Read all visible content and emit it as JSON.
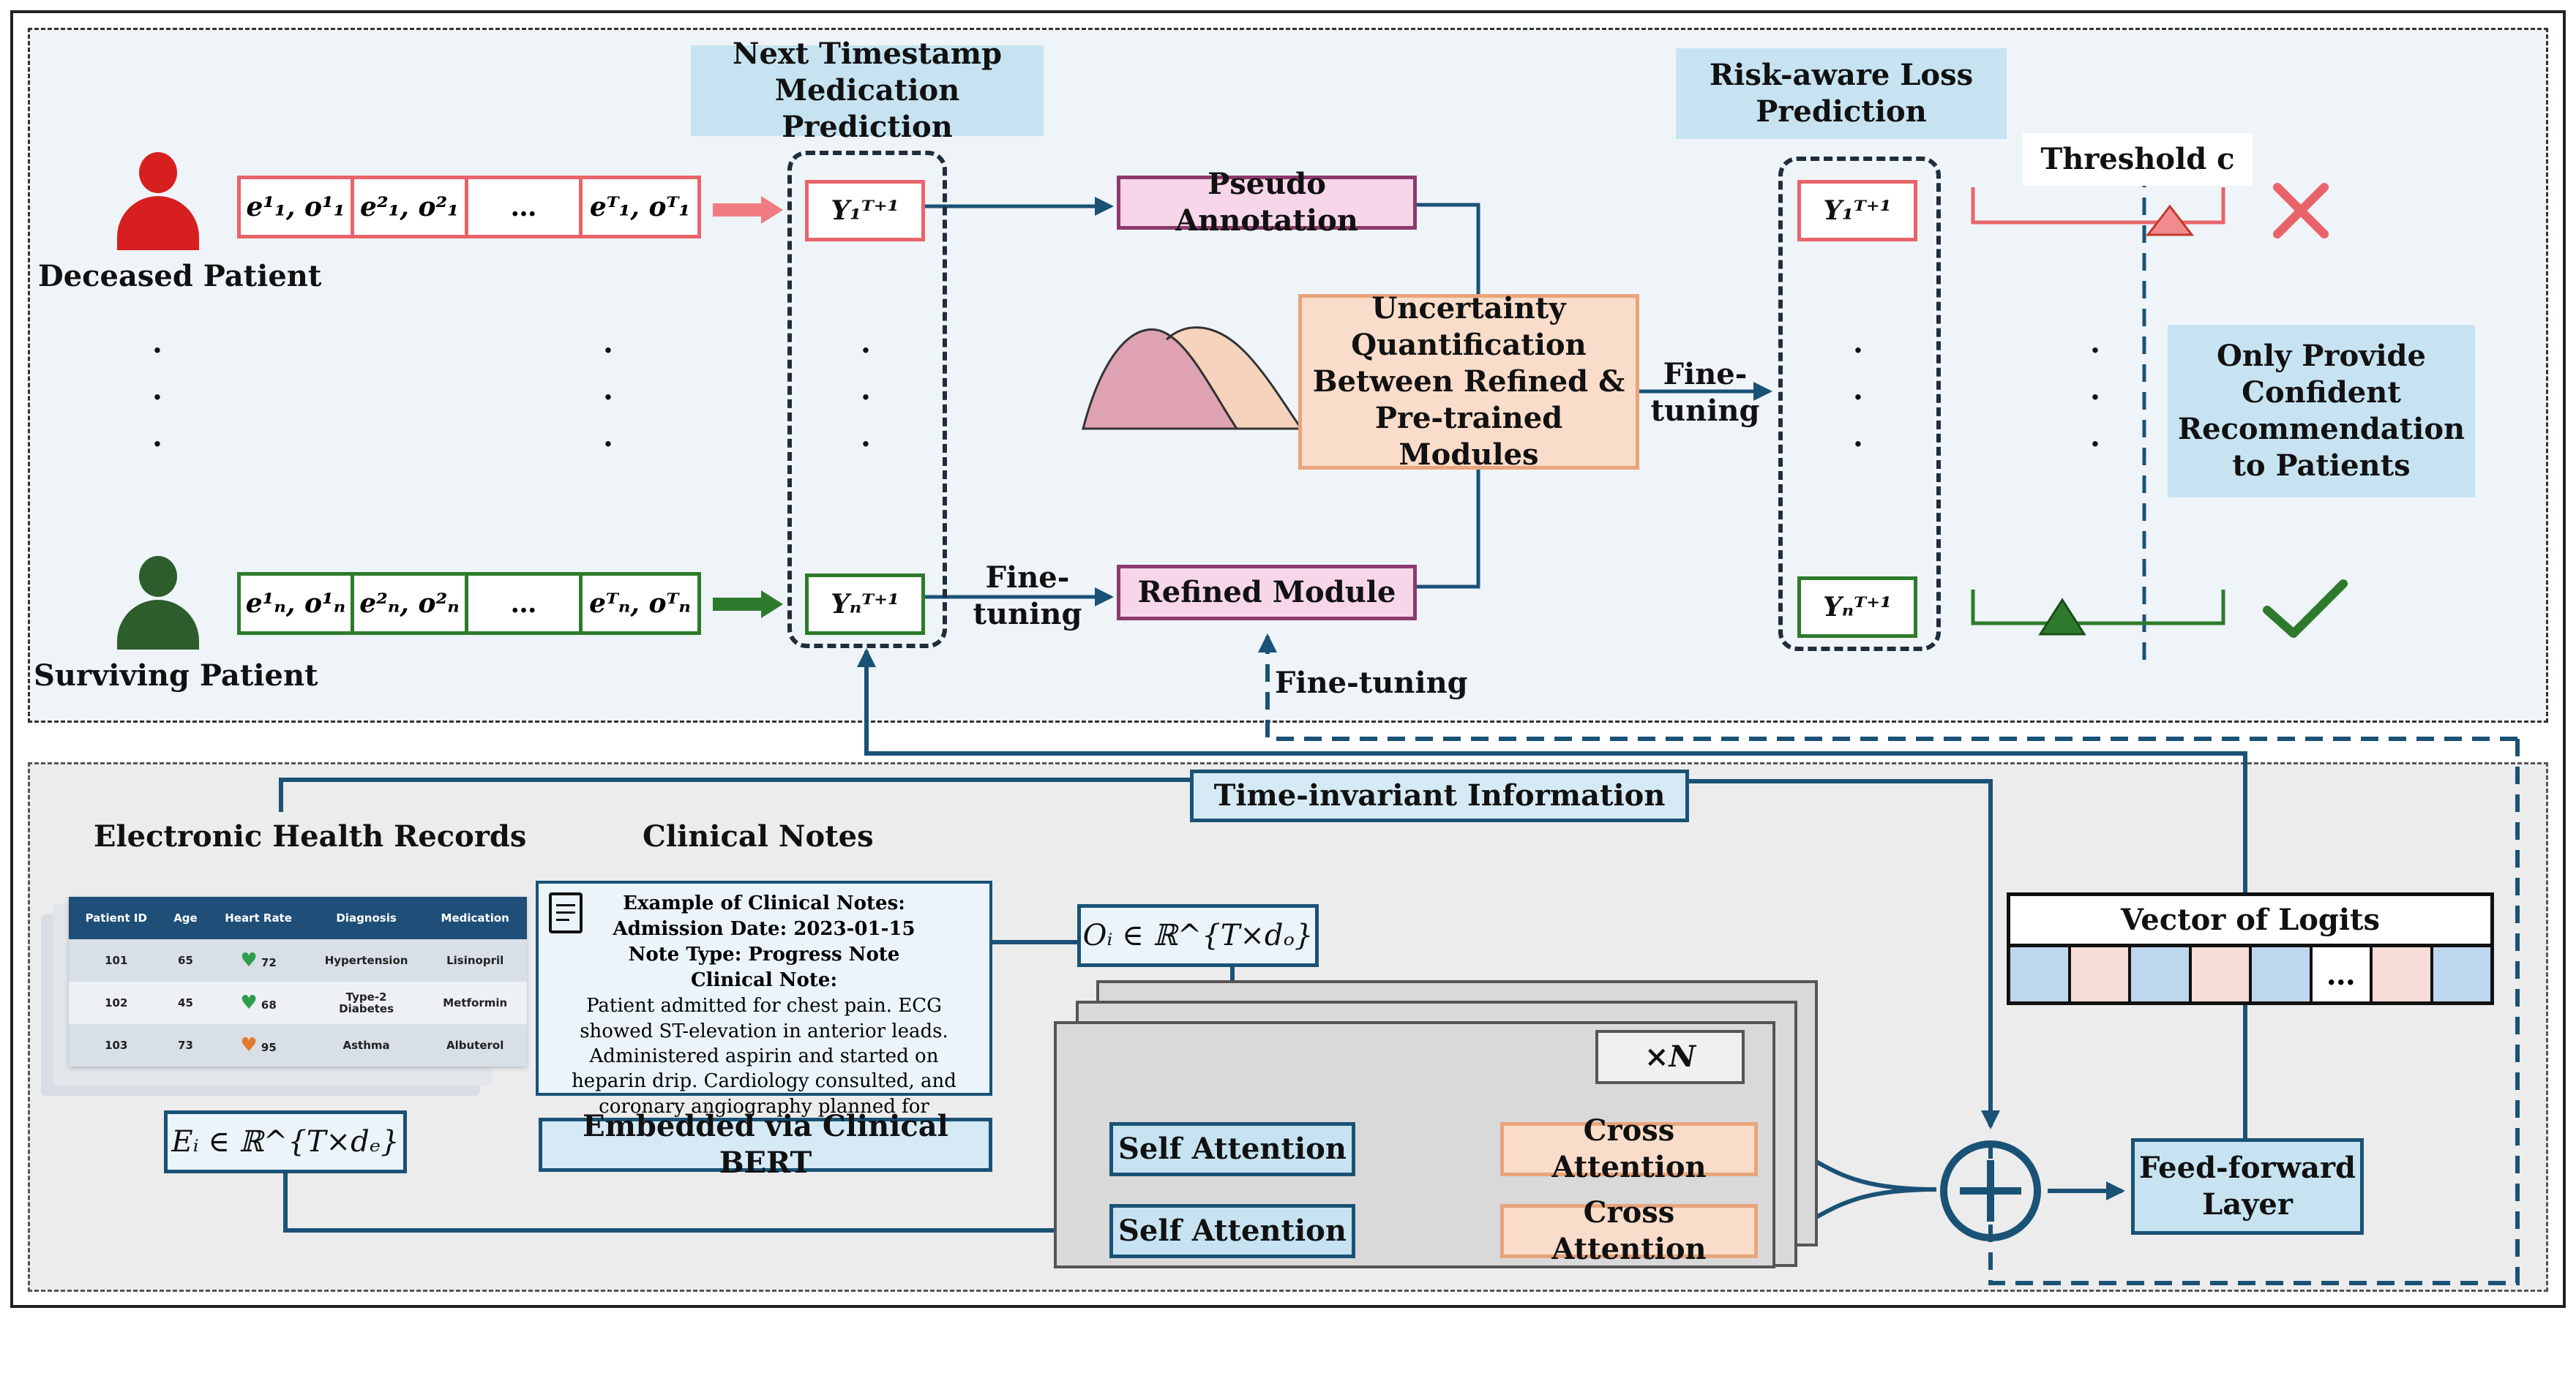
{
  "header": {
    "next_timestamp": "Next Timestamp\nMedication Prediction",
    "risk_aware": "Risk-aware Loss\nPrediction",
    "threshold": "Threshold c"
  },
  "patients": {
    "deceased_label": "Deceased Patient",
    "surviving_label": "Surviving Patient",
    "deceased_seq": [
      "e¹₁, o¹₁",
      "e²₁, o²₁",
      "…",
      "eᵀ₁, oᵀ₁"
    ],
    "surviving_seq": [
      "e¹ₙ, o¹ₙ",
      "e²ₙ, o²ₙ",
      "…",
      "eᵀₙ, oᵀₙ"
    ]
  },
  "predictions": {
    "y1": "Y₁ᵀ⁺¹",
    "yn": "Yₙᵀ⁺¹"
  },
  "modules": {
    "pseudo_annotation": "Pseudo Annotation",
    "refined_module": "Refined Module",
    "uncertainty": "Uncertainty\nQuantification\nBetween Refined &\nPre-trained Modules",
    "fine_tuning_1": "Fine-\ntuning",
    "fine_tuning_2": "Fine-\ntuning",
    "fine_tuning_3": "Fine-tuning",
    "only_provide": "Only Provide\nConfident\nRecommendation\nto Patients"
  },
  "bottom": {
    "ehr_title": "Electronic Health Records",
    "notes_title": "Clinical Notes",
    "time_invariant": "Time-invariant Information",
    "vector_of_logits": "Vector of Logits",
    "logits_dots": "…",
    "embedded_bert": "Embedded via Clinical BERT",
    "self_attention_1": "Self Attention",
    "self_attention_2": "Self Attention",
    "cross_attention_1": "Cross Attention",
    "cross_attention_2": "Cross Attention",
    "times_n": "×N",
    "feed_forward": "Feed-forward\nLayer",
    "o_i": "Oᵢ ∈ ℝ^{T×dₒ}",
    "e_i": "Eᵢ ∈ ℝ^{T×dₑ}"
  },
  "ehr_table": {
    "headers": [
      "Patient ID",
      "Age",
      "Heart Rate",
      "Diagnosis",
      "Medication"
    ],
    "rows": [
      [
        "101",
        "65",
        "72",
        "Hypertension",
        "Lisinopril"
      ],
      [
        "102",
        "45",
        "68",
        "Type-2\nDiabetes",
        "Metformin"
      ],
      [
        "103",
        "73",
        "95",
        "Asthma",
        "Albuterol"
      ]
    ]
  },
  "clinical_note": {
    "l1": "Example of Clinical Notes:",
    "l2": "Admission Date: 2023-01-15",
    "l3": "Note Type: Progress Note",
    "l4": "Clinical Note:",
    "body": "Patient admitted for chest pain. ECG showed ST-elevation in anterior leads. Administered aspirin and started on heparin drip. Cardiology consulted, and coronary angiography planned for tomorrow."
  },
  "colors": {
    "deceased": "#e9646a",
    "surviving": "#2e7a2c",
    "dark_teal": "#1a5276",
    "light_blue": "#c7e3f1",
    "pink": "#f6d6e8",
    "peach": "#f9dcc9",
    "orange_border": "#e9a47b",
    "cross_red": "#e9646a",
    "check_green": "#2e7a2c"
  }
}
